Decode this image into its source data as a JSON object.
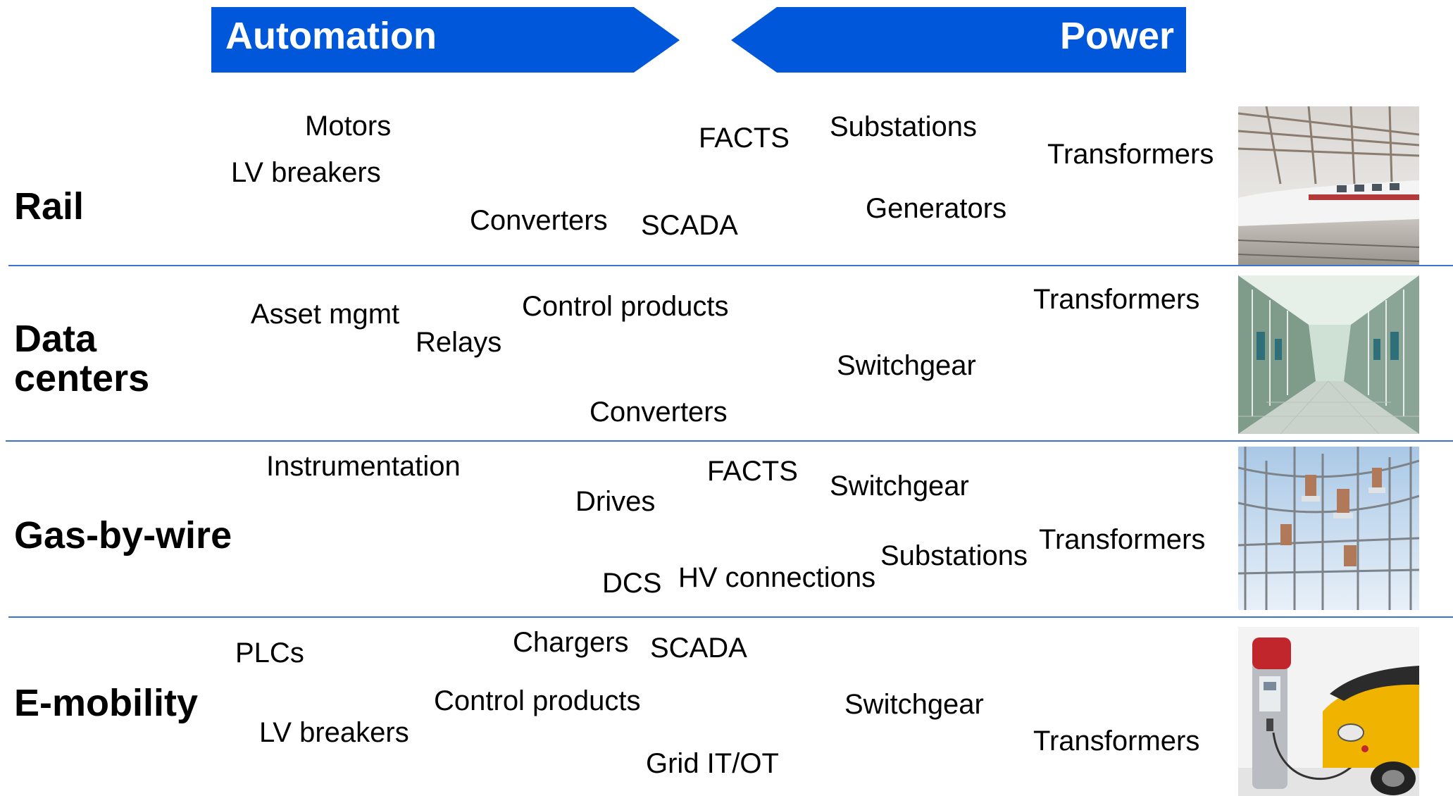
{
  "header": {
    "left_label": "Automation",
    "right_label": "Power",
    "color": "#0057d9"
  },
  "segments": [
    {
      "name": "Rail",
      "image_icon": "high-speed-train-photo",
      "tags": [
        "Motors",
        "LV breakers",
        "Converters",
        "SCADA",
        "FACTS",
        "Substations",
        "Generators",
        "Transformers"
      ]
    },
    {
      "name": "Data centers",
      "image_icon": "data-center-corridor-photo",
      "tags": [
        "Asset mgmt",
        "Relays",
        "Control products",
        "Converters",
        "Switchgear",
        "Transformers"
      ]
    },
    {
      "name": "Gas-by-wire",
      "image_icon": "substation-photo",
      "tags": [
        "Instrumentation",
        "Drives",
        "FACTS",
        "Switchgear",
        "DCS",
        "HV connections",
        "Substations",
        "Transformers"
      ]
    },
    {
      "name": "E-mobility",
      "image_icon": "ev-charger-car-photo",
      "tags": [
        "PLCs",
        "LV breakers",
        "Chargers",
        "SCADA",
        "Control products",
        "Grid IT/OT",
        "Switchgear",
        "Transformers"
      ]
    }
  ],
  "divider_color": "#3a73c8"
}
